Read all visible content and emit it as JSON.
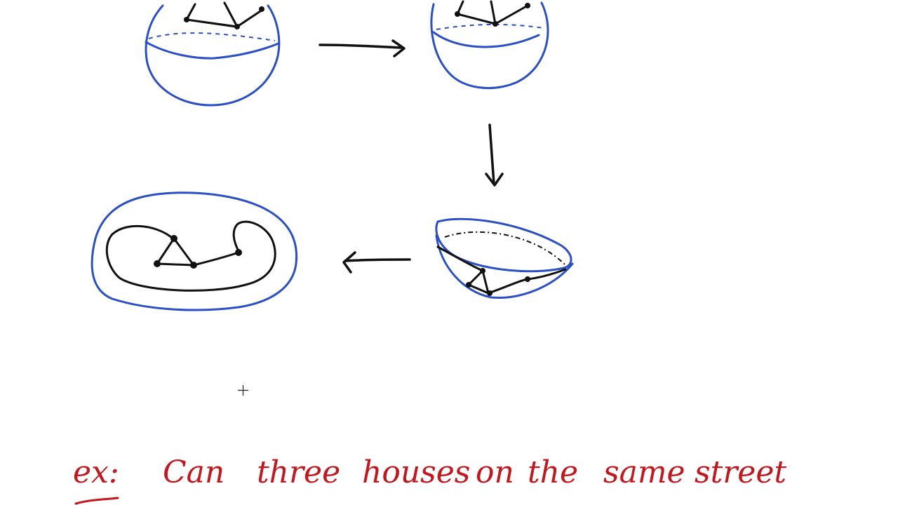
{
  "whiteboard": {
    "background": "#ffffff",
    "colors": {
      "blue_ink": "#2b4fc7",
      "black_ink": "#111111",
      "red_ink": "#c4161c"
    },
    "cursor_icon": "crosshair-icon",
    "example_line": {
      "words": [
        "ex:",
        "Can",
        "three",
        "houses",
        "on",
        "the",
        "same",
        "street"
      ]
    }
  }
}
